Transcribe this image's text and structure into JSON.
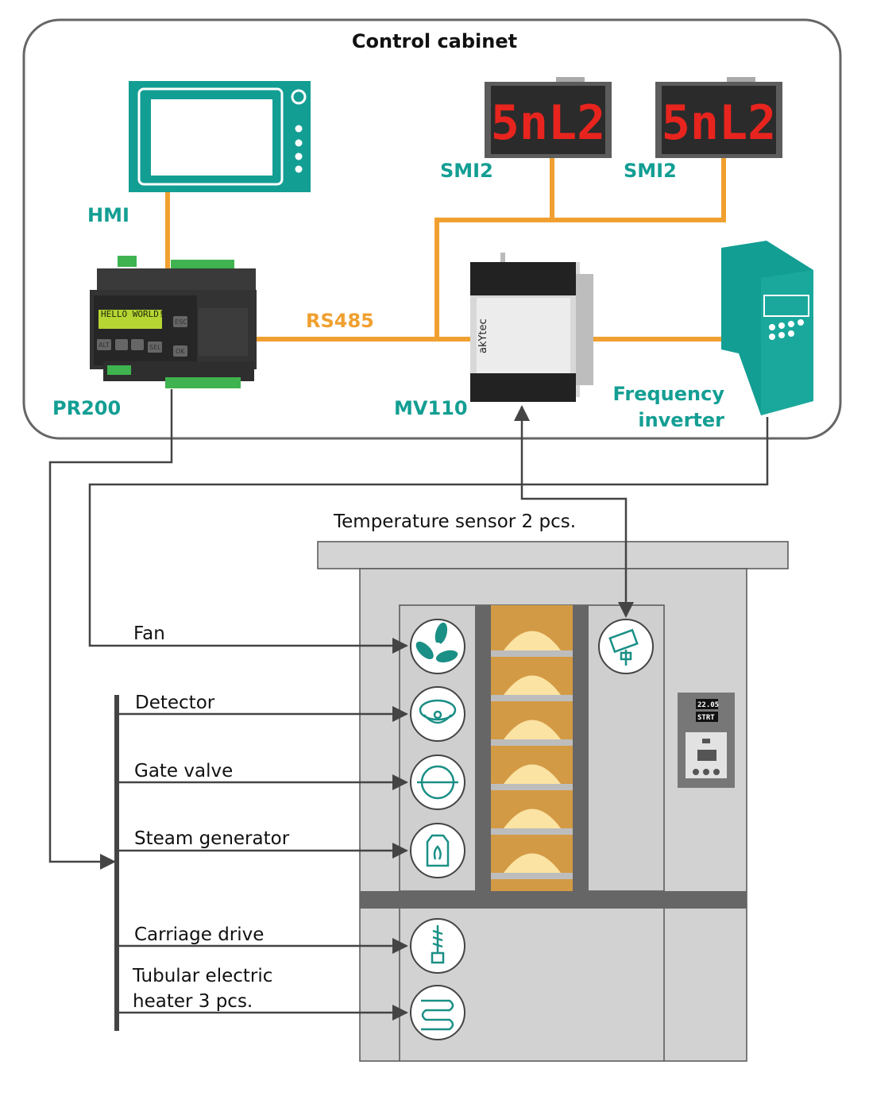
{
  "diagram": {
    "cabinet": {
      "title": "Control cabinet"
    },
    "devices": {
      "hmi": "HMI",
      "smi2_left": "SMI2",
      "smi2_right": "SMI2",
      "smi_display_text": "5nL2",
      "pr200": "PR200",
      "pr200_lcd": "HELLO WORLD!",
      "pr200_buttons": [
        "ESC",
        "ALT",
        "SEL",
        "OK"
      ],
      "mv110": "MV110",
      "mv110_brand": "akYtec",
      "freq_inverter_line1": "Frequency",
      "freq_inverter_line2": "inverter",
      "bus_label": "RS485"
    },
    "oven": {
      "temp_sensor": "Temperature sensor 2 pcs.",
      "panel_display_top": "22.05",
      "panel_display_bottom": "STRT",
      "components": [
        {
          "label": "Fan",
          "icon": "fan-icon"
        },
        {
          "label": "Detector",
          "icon": "detector-icon"
        },
        {
          "label": "Gate valve",
          "icon": "gate-valve-icon"
        },
        {
          "label": "Steam generator",
          "icon": "steam-generator-icon"
        },
        {
          "label": "Carriage drive",
          "icon": "carriage-drive-icon"
        },
        {
          "label": "Tubular electric",
          "label2": "heater 3 pcs.",
          "icon": "heater-icon"
        }
      ]
    },
    "colors": {
      "accent_teal": "#139e93",
      "wire_orange": "#f0a030",
      "wire_dark": "#444444",
      "oven_grey": "#d2d2d2",
      "bread_tray": "#d39a45"
    }
  }
}
